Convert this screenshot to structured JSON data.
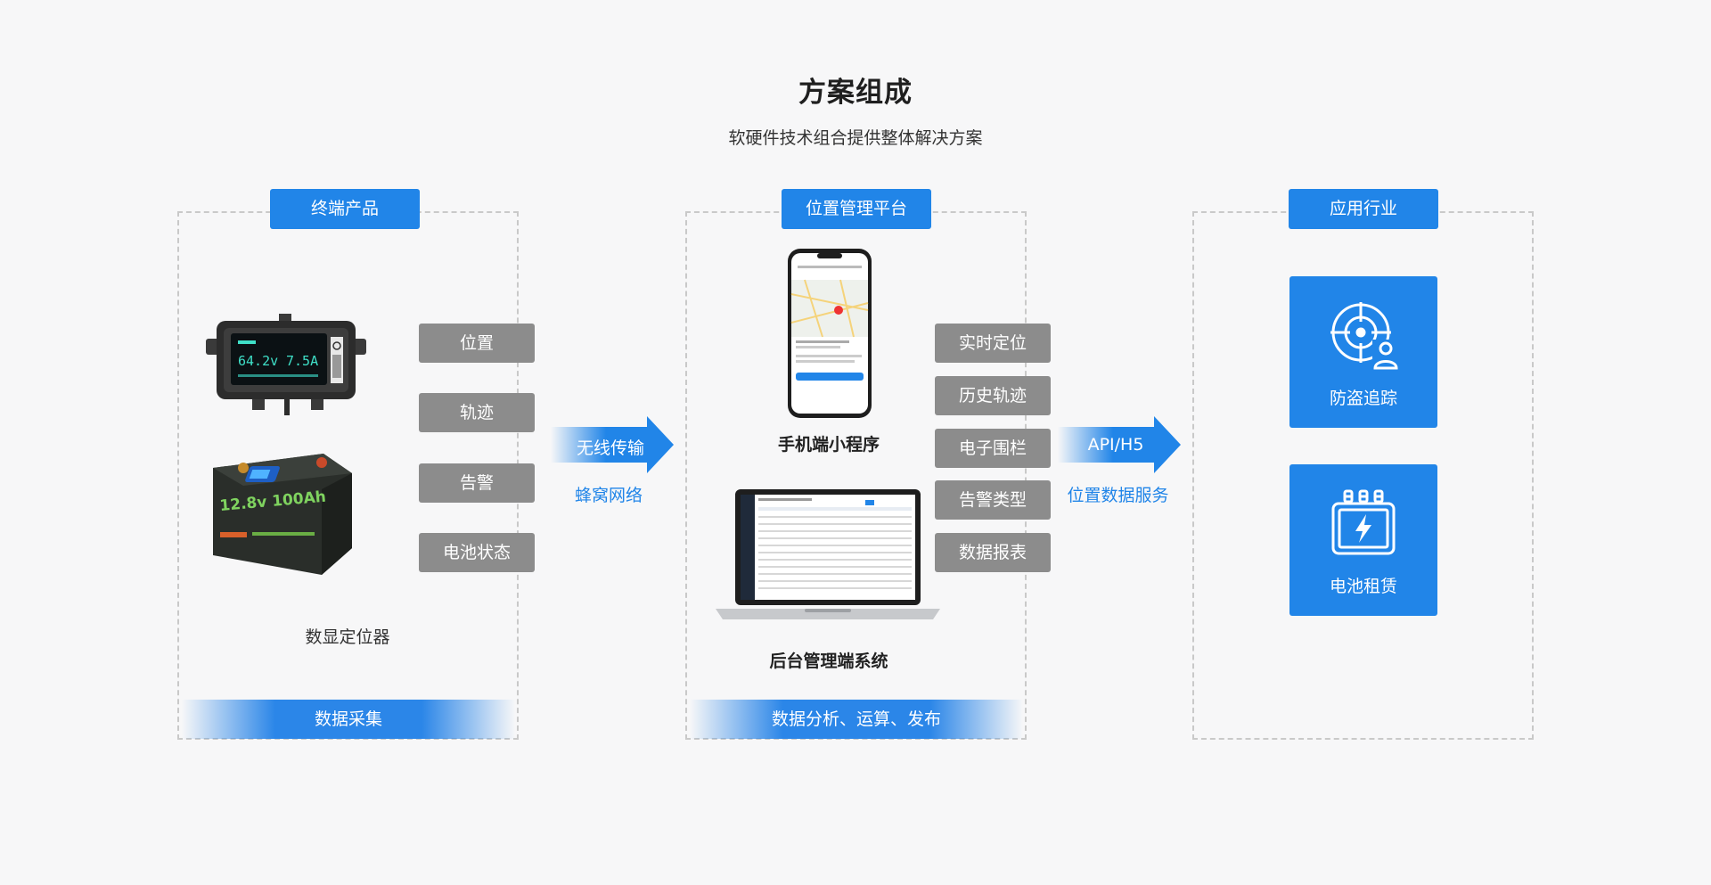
{
  "header": {
    "title": "方案组成",
    "subtitle": "软硬件技术组合提供整体解决方案"
  },
  "terminal": {
    "head": "终端产品",
    "features": [
      "位置",
      "轨迹",
      "告警",
      "电池状态"
    ],
    "product_caption": "数显定位器",
    "footer": "数据采集",
    "device_display": {
      "left": "64.2v",
      "right": "7.5A"
    },
    "battery_label": "12.8v 100Ah"
  },
  "arrow1": {
    "label": "无线传输",
    "sub": "蜂窝网络"
  },
  "platform": {
    "head": "位置管理平台",
    "phone_caption": "手机端小程序",
    "laptop_caption": "后台管理端系统",
    "features": [
      "实时定位",
      "历史轨迹",
      "电子围栏",
      "告警类型",
      "数据报表"
    ],
    "footer": "数据分析、运算、发布"
  },
  "arrow2": {
    "label": "API/H5",
    "sub": "位置数据服务"
  },
  "industry": {
    "head": "应用行业",
    "cards": [
      {
        "label": "防盗追踪",
        "icon": "radar-target-icon"
      },
      {
        "label": "电池租赁",
        "icon": "battery-lightning-icon"
      }
    ]
  },
  "colors": {
    "accent": "#2185e8",
    "gray_button": "#8c8c8c",
    "background": "#f7f7f8"
  }
}
